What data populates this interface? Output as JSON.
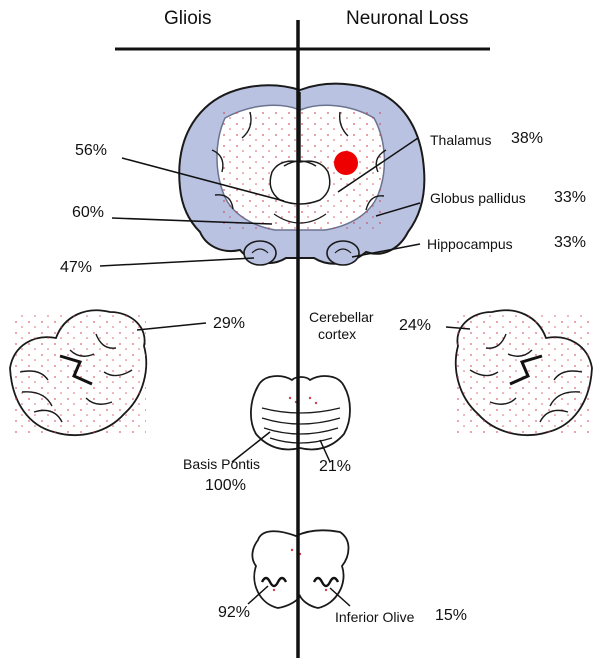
{
  "headers": {
    "left": "Gliois",
    "right": "Neuronal Loss"
  },
  "gliosis": {
    "thalamus": "56%",
    "globus_pallidus": "60%",
    "hippocampus": "47%",
    "cerebellar_cortex": "29%",
    "basis_pontis_label": "Basis Pontis",
    "basis_pontis": "100%",
    "inferior_olive": "92%"
  },
  "neuronal_loss": {
    "thalamus_label": "Thalamus",
    "thalamus": "38%",
    "globus_pallidus_label": "Globus pallidus",
    "globus_pallidus": "33%",
    "hippocampus_label": "Hippocampus",
    "hippocampus": "33%",
    "cerebellar_label_line1": "Cerebellar",
    "cerebellar_label_line2": "cortex",
    "cerebellar_cortex": "24%",
    "basis_pontis": "21%",
    "inferior_olive_label": "Inferior Olive",
    "inferior_olive": "15%"
  },
  "colors": {
    "brain_fill": "#b9c2e0",
    "stain_dot": "#d04050",
    "marker": "#ee0000"
  }
}
